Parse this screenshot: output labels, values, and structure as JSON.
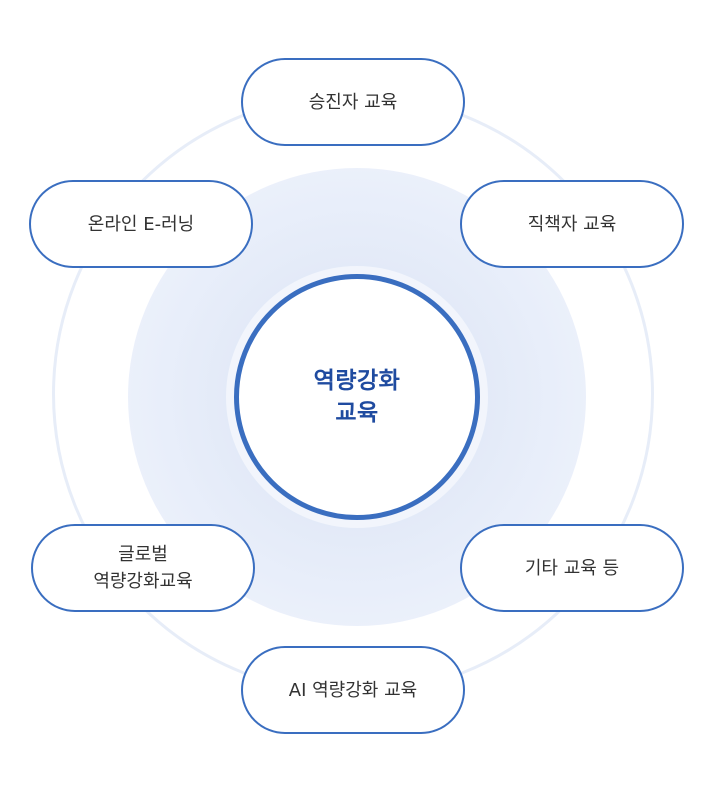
{
  "center": {
    "line1": "역량강화",
    "line2": "교육"
  },
  "nodes": {
    "promotion": {
      "label": "승진자 교육"
    },
    "position_holder": {
      "label": "직책자 교육"
    },
    "other": {
      "label": "기타 교육 등"
    },
    "ai": {
      "label": "AI 역량강화 교육"
    },
    "global": {
      "line1": "글로벌",
      "line2": "역량강화교육"
    },
    "online": {
      "label": "온라인 E-러닝"
    }
  },
  "colors": {
    "accent": "#3a6ec0",
    "center_text": "#1f4ba0",
    "ring": "#e7edf8",
    "glow": "#e3eaf8",
    "text": "#333333"
  }
}
